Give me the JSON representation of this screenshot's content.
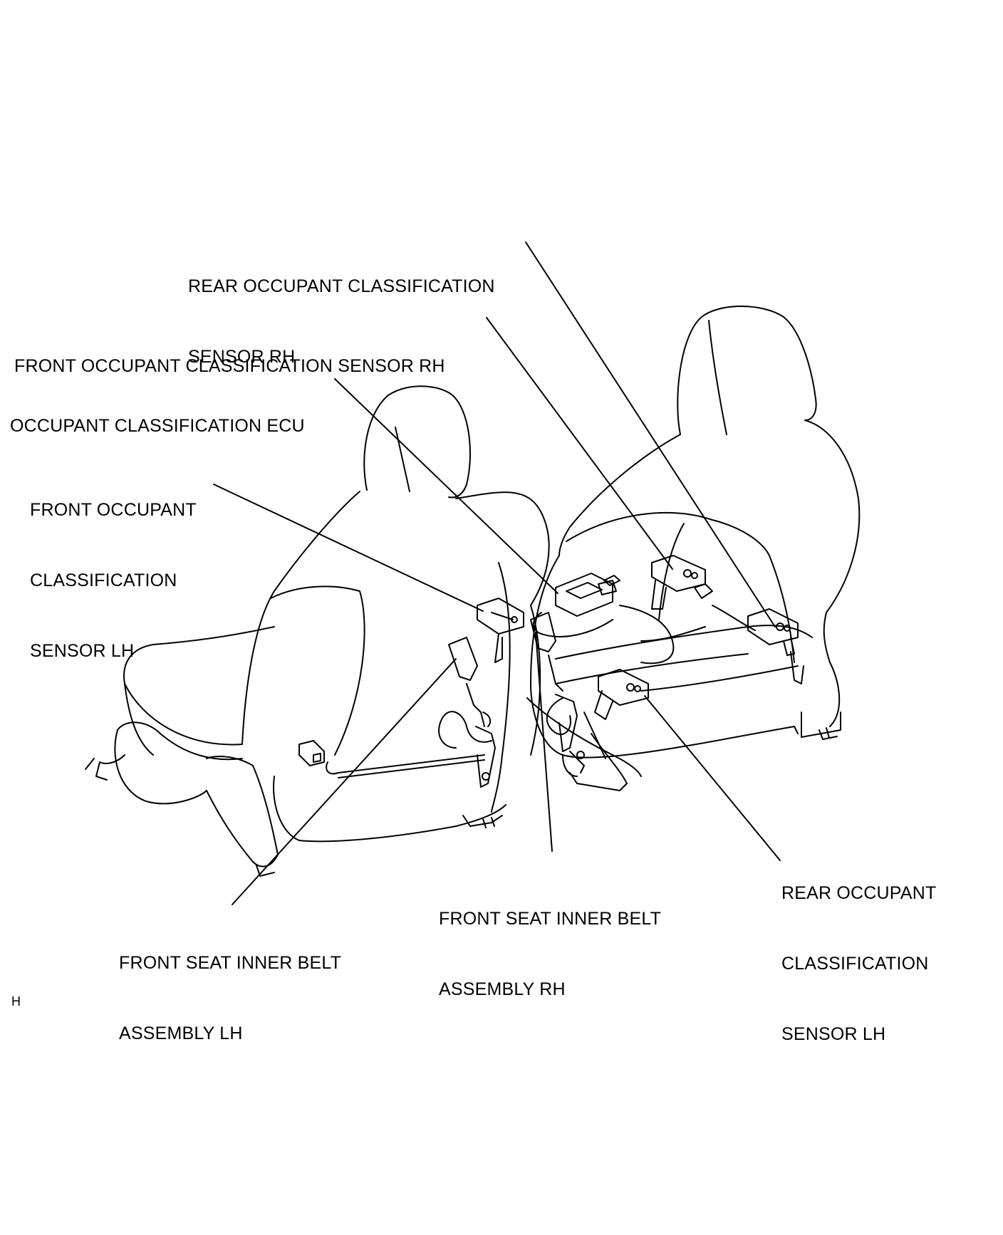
{
  "colors": {
    "line": "#000000",
    "background": "#ffffff"
  },
  "labels": {
    "rear_rh": [
      "REAR OCCUPANT CLASSIFICATION",
      "SENSOR RH"
    ],
    "front_rh": [
      "FRONT OCCUPANT CLASSIFICATION SENSOR RH"
    ],
    "ecu": [
      "OCCUPANT CLASSIFICATION ECU"
    ],
    "front_lh": [
      "FRONT OCCUPANT",
      "CLASSIFICATION",
      "SENSOR LH"
    ],
    "rear_lh": [
      "REAR OCCUPANT",
      "CLASSIFICATION",
      "SENSOR LH"
    ],
    "belt_rh": [
      "FRONT SEAT INNER BELT",
      "ASSEMBLY RH"
    ],
    "belt_lh": [
      "FRONT SEAT INNER BELT",
      "ASSEMBLY LH"
    ]
  },
  "footer_code": "H"
}
